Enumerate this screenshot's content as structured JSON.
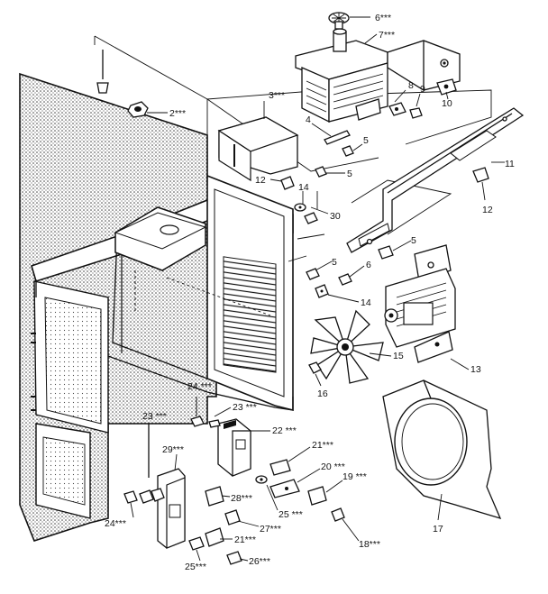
{
  "callouts": [
    {
      "id": "c-6",
      "text": "6***"
    },
    {
      "id": "c-7",
      "text": "7***"
    },
    {
      "id": "c-2",
      "text": "2***"
    },
    {
      "id": "c-3",
      "text": "3***"
    },
    {
      "id": "c-8",
      "text": "8"
    },
    {
      "id": "c-9",
      "text": "9"
    },
    {
      "id": "c-10",
      "text": "10"
    },
    {
      "id": "c-4",
      "text": "4"
    },
    {
      "id": "c-5a",
      "text": "5"
    },
    {
      "id": "c-5b",
      "text": "5"
    },
    {
      "id": "c-11",
      "text": "11"
    },
    {
      "id": "c-12a",
      "text": "12"
    },
    {
      "id": "c-14a",
      "text": "14"
    },
    {
      "id": "c-30",
      "text": "30"
    },
    {
      "id": "c-12b",
      "text": "12"
    },
    {
      "id": "c-5c",
      "text": "5"
    },
    {
      "id": "c-5d",
      "text": "5"
    },
    {
      "id": "c-6b",
      "text": "6"
    },
    {
      "id": "c-14b",
      "text": "14"
    },
    {
      "id": "c-15",
      "text": "15"
    },
    {
      "id": "c-13",
      "text": "13"
    },
    {
      "id": "c-16",
      "text": "16"
    },
    {
      "id": "c-24a",
      "text": "24 ***"
    },
    {
      "id": "c-23a",
      "text": "23 ***"
    },
    {
      "id": "c-22",
      "text": "22 ***"
    },
    {
      "id": "c-23b",
      "text": "23 ***"
    },
    {
      "id": "c-21a",
      "text": "21***"
    },
    {
      "id": "c-29",
      "text": "29***"
    },
    {
      "id": "c-20",
      "text": "20 ***"
    },
    {
      "id": "c-19",
      "text": "19 ***"
    },
    {
      "id": "c-28",
      "text": "28***"
    },
    {
      "id": "c-25a",
      "text": "25 ***"
    },
    {
      "id": "c-24b",
      "text": "24***"
    },
    {
      "id": "c-27",
      "text": "27***"
    },
    {
      "id": "c-21b",
      "text": "21***"
    },
    {
      "id": "c-18",
      "text": "18***"
    },
    {
      "id": "c-17",
      "text": "17"
    },
    {
      "id": "c-25b",
      "text": "25***"
    },
    {
      "id": "c-26",
      "text": "26***"
    }
  ]
}
